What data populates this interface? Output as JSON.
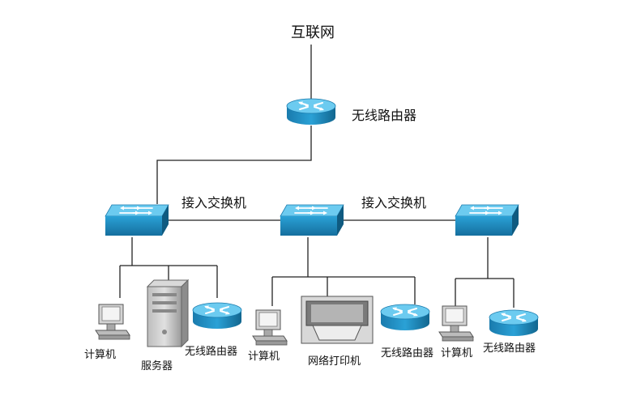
{
  "diagram": {
    "internet_label": "互联网",
    "main_router_label": "无线路由器",
    "switch_left_label": "接入交换机",
    "switch_mid_label": "接入交换机",
    "devices": {
      "computer_1": "计算机",
      "server": "服务器",
      "router_1": "无线路由器",
      "computer_2": "计算机",
      "printer": "网络打印机",
      "router_2": "无线路由器",
      "computer_3": "计算机",
      "router_3": "无线路由器"
    }
  },
  "colors": {
    "device_blue": "#2aa1d6",
    "device_blue_dark": "#12668f",
    "device_top": "#69c6ee",
    "line": "#222222"
  },
  "icons": [
    "router-icon",
    "switch-icon",
    "computer-icon",
    "server-icon",
    "printer-icon"
  ]
}
